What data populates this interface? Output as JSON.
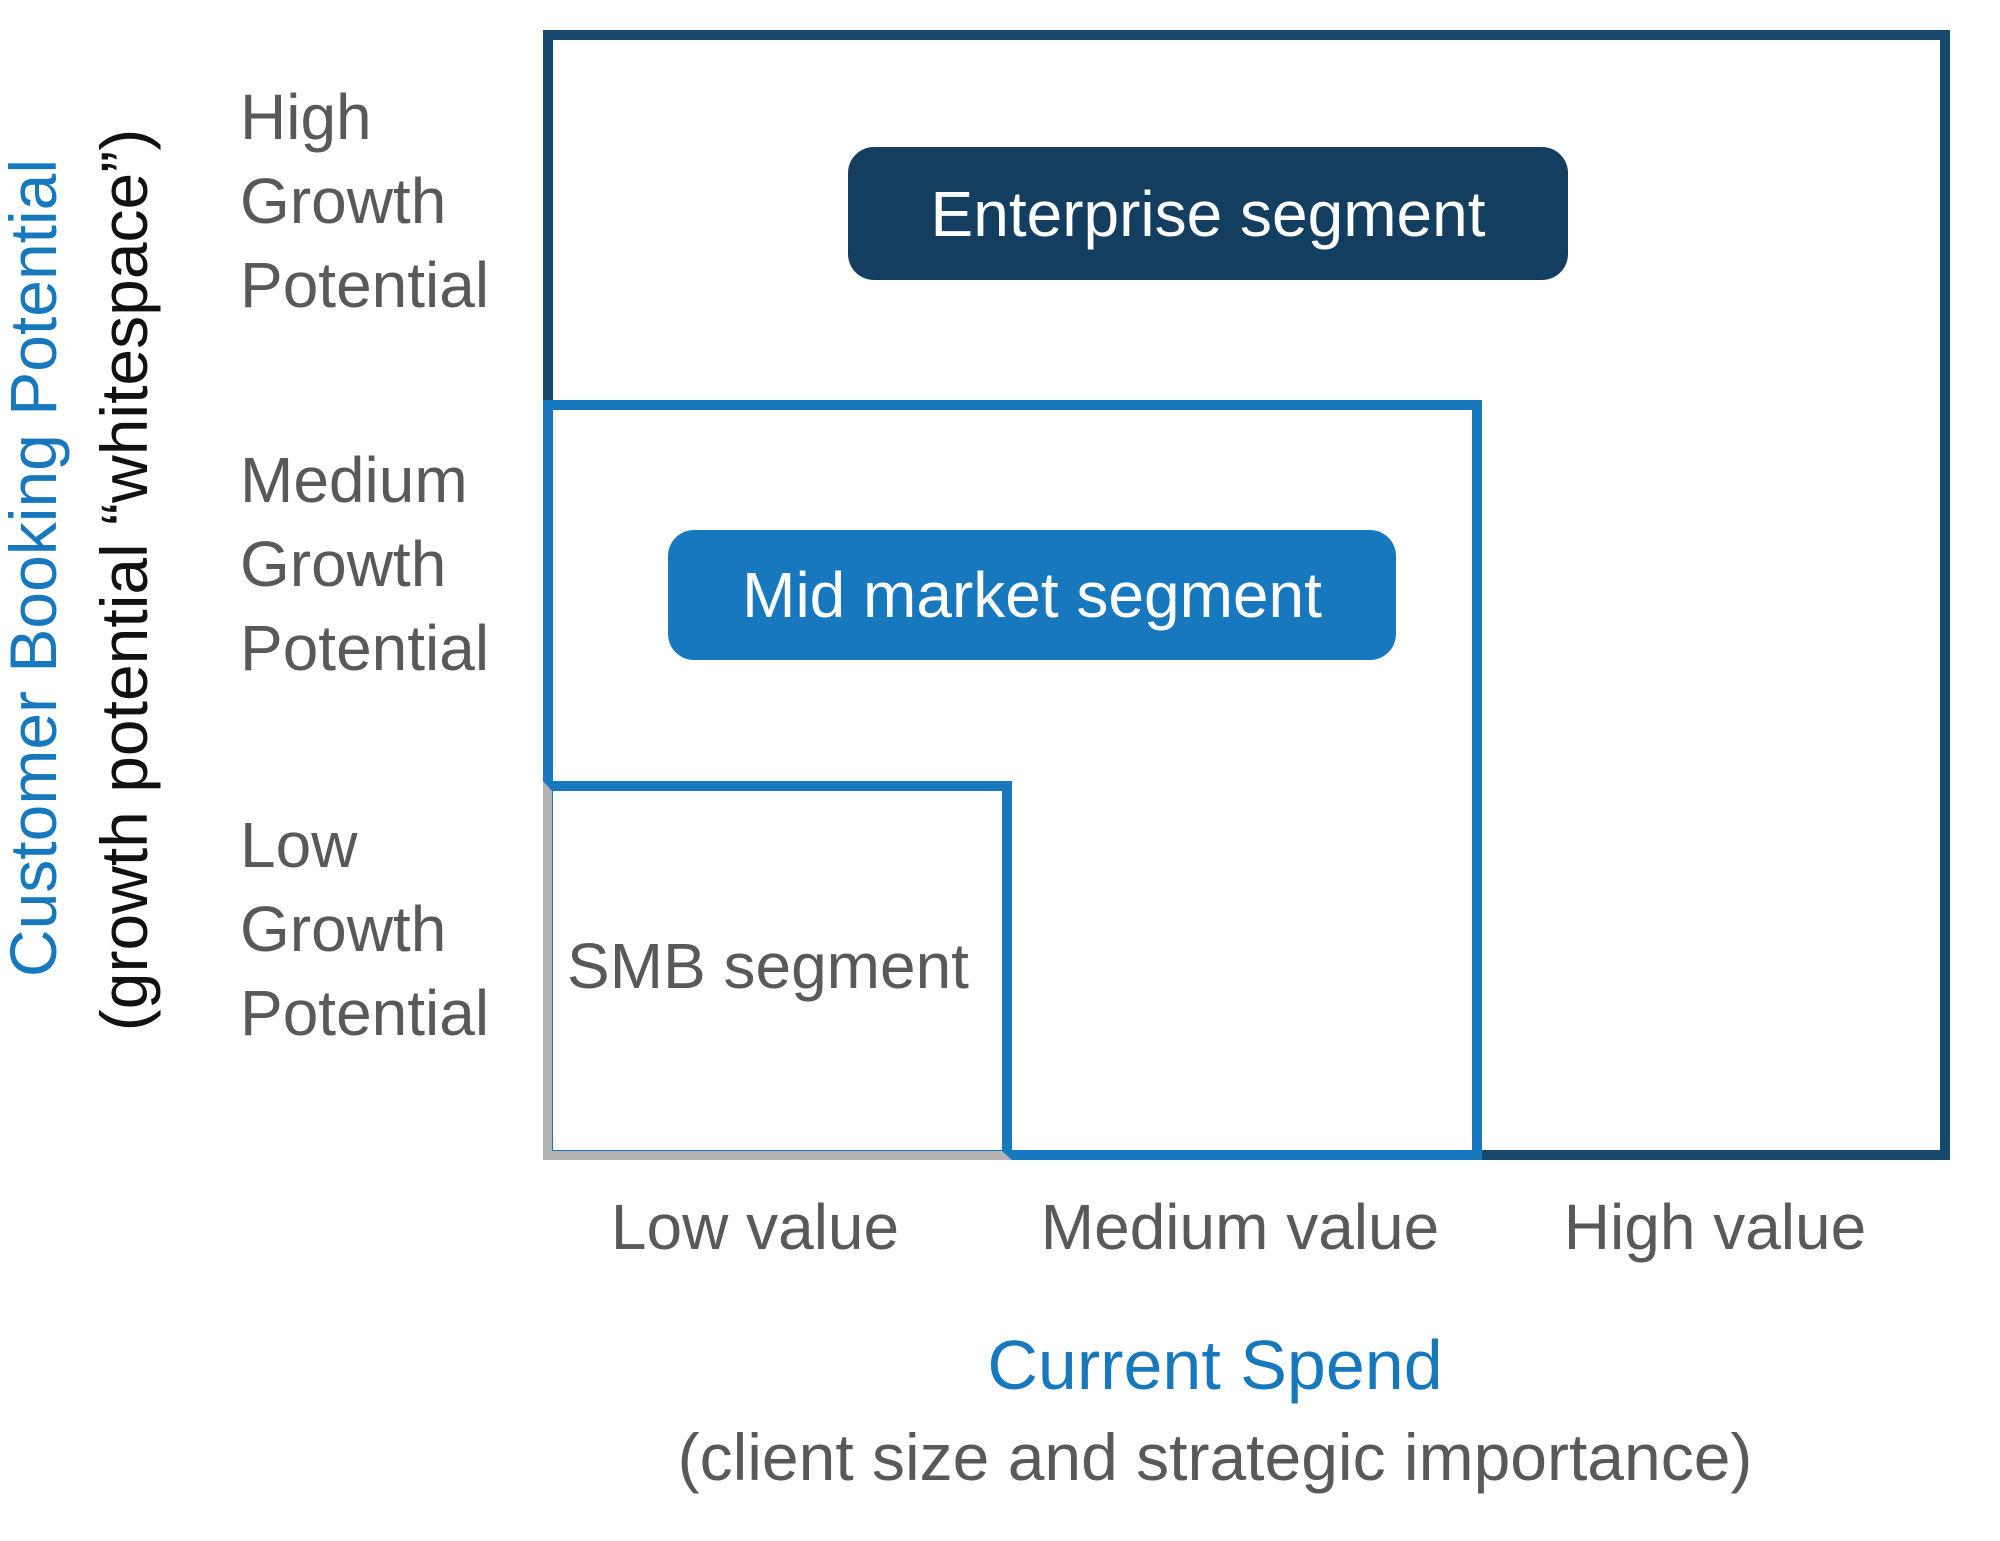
{
  "diagram": {
    "type": "nested-segment-matrix",
    "y_axis": {
      "title": "Customer Booking Potential",
      "subtitle": "(growth potential “whitespace”)",
      "ticks": [
        {
          "lines": [
            "High",
            "Growth",
            "Potential"
          ]
        },
        {
          "lines": [
            "Medium",
            "Growth",
            "Potential"
          ]
        },
        {
          "lines": [
            "Low",
            "Growth",
            "Potential"
          ]
        }
      ]
    },
    "x_axis": {
      "title": "Current Spend",
      "subtitle": "(client size and strategic importance)",
      "ticks": [
        "Low value",
        "Medium value",
        "High value"
      ]
    },
    "segments": [
      {
        "label": "Enterprise segment",
        "value_band": "High value",
        "growth_band": "High Growth Potential",
        "outline_color": "#17496e",
        "badge_color": "#143e5f",
        "badge_text_color": "#ffffff"
      },
      {
        "label": "Mid market segment",
        "value_band": "Medium value",
        "growth_band": "Medium Growth Potential",
        "outline_color": "#1878bd",
        "badge_color": "#1878bd",
        "badge_text_color": "#ffffff"
      },
      {
        "label": "SMB segment",
        "value_band": "Low value",
        "growth_band": "Low Growth Potential",
        "outline_color": "#b3b3b3",
        "label_text_color": "#595959"
      }
    ],
    "colors": {
      "dark_navy": "#17496e",
      "badge_navy": "#143e5f",
      "accent_blue": "#1878bd",
      "gray_border": "#b3b3b3",
      "gray_text": "#595959",
      "background": "#ffffff"
    }
  }
}
